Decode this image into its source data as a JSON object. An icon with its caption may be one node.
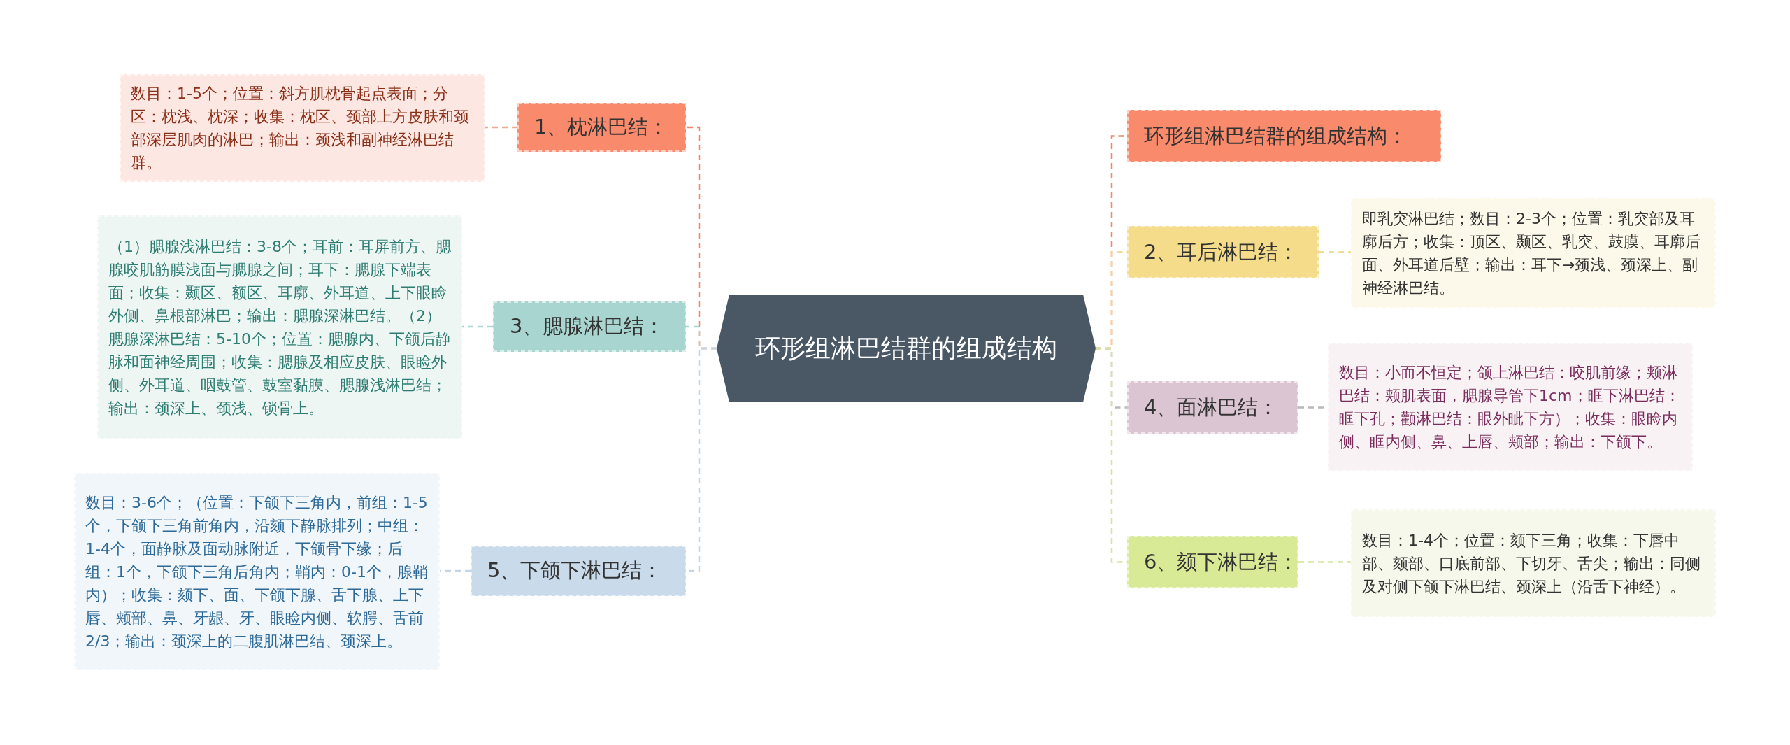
{
  "diagram": {
    "nodes": [
      {
        "text": [
          "环形组淋巴结群的组成结构"
        ]
      },
      {
        "text": [
          "1、枕淋巴结："
        ]
      },
      {
        "text": [
          "数目：1-5个；位置：斜方肌枕骨起点表面；分区：枕浅、枕深；收集：枕区、颈部上方皮肤和颈部深层肌肉的淋巴；输出：颈浅和副神经淋巴结群。"
        ]
      },
      {
        "text": [
          "3、腮腺淋巴结："
        ]
      },
      {
        "text": [
          "（1）腮腺浅淋巴结：3-8个；耳前：耳屏前方、腮腺咬肌筋膜浅面与腮腺之间；耳下：腮腺下端表面；收集：颞区、额区、耳廓、外耳道、上下眼睑外侧、鼻根部淋巴；输出：腮腺深淋巴结。（2）腮腺深淋巴结：5-10个；位置：腮腺内、下颌后静脉和面神经周围；收集：腮腺及相应皮肤、眼睑外侧、外耳道、咽鼓管、鼓室黏膜、腮腺浅淋巴结；输出：颈深上、颈浅、锁骨上。"
        ]
      },
      {
        "text": [
          "5、下颌下淋巴结："
        ]
      },
      {
        "text": [
          "数目：3-6个；（位置：下颌下三角内，前组：1-5个，下颌下三角前角内，沿颏下静脉排列；中组：1-4个，面静脉及面动脉附近，下颌骨下缘；后组：1个，下颌下三角后角内；鞘内：0-1个，腺鞘内）；收集：颏下、面、下颌下腺、舌下腺、上下唇、颊部、鼻、牙龈、牙、眼睑内侧、软腭、舌前2/3；输出：颈深上的二腹肌淋巴结、颈深上。"
        ]
      },
      {
        "text": [
          "环形组淋巴结群的组成结构："
        ]
      },
      {
        "text": [
          "2、耳后淋巴结："
        ]
      },
      {
        "text": [
          "即乳突淋巴结；数目：2-3个；位置：乳突部及耳廓后方；收集：顶区、颞区、乳突、鼓膜、耳廓后面、外耳道后壁；输出：耳下→颈浅、颈深上、副神经淋巴结。"
        ]
      },
      {
        "text": [
          "4、面淋巴结："
        ]
      },
      {
        "text": [
          "数目：小而不恒定；颌上淋巴结：咬肌前缘；颊淋巴结：颊肌表面，腮腺导管下1cm；眶下淋巴结：眶下孔；颧淋巴结：眼外眦下方）；收集：眼睑内侧、眶内侧、鼻、上唇、颊部；输出：下颌下。"
        ]
      },
      {
        "text": [
          "6、颏下淋巴结："
        ]
      },
      {
        "text": [
          "数目：1-4个；位置：颏下三角；收集：下唇中部、颏部、口底前部、下切牙、舌尖；输出：同侧及对侧下颌下淋巴结、颈深上（沿舌下神经）。"
        ]
      }
    ],
    "edges": [
      {
        "from": 0,
        "to": 1,
        "arrow": "none",
        "style": "dashed",
        "color": "#f0876a"
      },
      {
        "from": 1,
        "to": 2,
        "arrow": "none",
        "style": "dashed",
        "color": "#f0a894"
      },
      {
        "from": 0,
        "to": 3,
        "arrow": "none",
        "style": "dashed",
        "color": "#a9d6d1"
      },
      {
        "from": 3,
        "to": 4,
        "arrow": "none",
        "style": "dashed",
        "color": "#a9d6d1"
      },
      {
        "from": 0,
        "to": 5,
        "arrow": "none",
        "style": "dashed",
        "color": "#c4d6e6"
      },
      {
        "from": 5,
        "to": 6,
        "arrow": "none",
        "style": "dashed",
        "color": "#c4d6e6"
      },
      {
        "from": 0,
        "to": 7,
        "arrow": "none",
        "style": "dashed",
        "color": "#f0876a"
      },
      {
        "from": 0,
        "to": 8,
        "arrow": "none",
        "style": "dashed",
        "color": "#eed98a"
      },
      {
        "from": 8,
        "to": 9,
        "arrow": "none",
        "style": "dashed",
        "color": "#eed98a"
      },
      {
        "from": 0,
        "to": 10,
        "arrow": "none",
        "style": "dashed",
        "color": "#b8b8b8"
      },
      {
        "from": 10,
        "to": 11,
        "arrow": "none",
        "style": "dashed",
        "color": "#b8b8b8"
      },
      {
        "from": 0,
        "to": 12,
        "arrow": "none",
        "style": "dashed",
        "color": "#d3e59a"
      },
      {
        "from": 12,
        "to": 13,
        "arrow": "none",
        "style": "dashed",
        "color": "#d3e59a"
      }
    ]
  }
}
